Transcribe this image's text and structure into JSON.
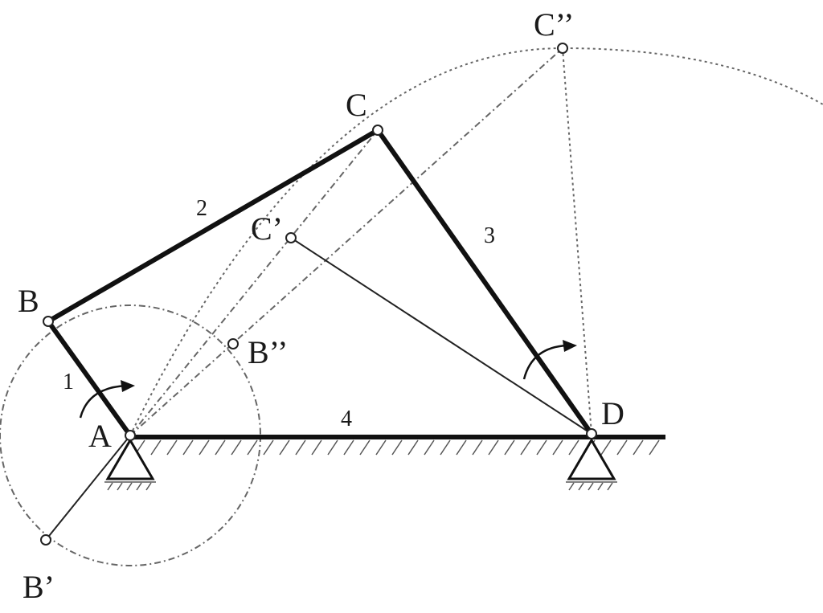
{
  "points": {
    "A": "A",
    "B": "B",
    "B_prime": "B’",
    "B_double_prime": "B’’",
    "C": "C",
    "C_prime": "C’",
    "C_double_prime": "C’’",
    "D": "D"
  },
  "links": {
    "link1": "1",
    "link2": "2",
    "link3": "3",
    "link4": "4"
  }
}
